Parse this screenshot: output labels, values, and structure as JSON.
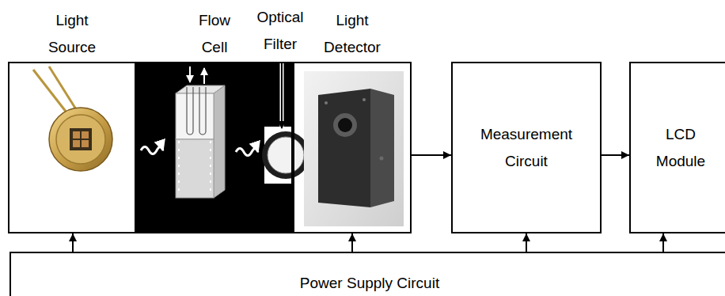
{
  "diagram": {
    "nodes": [
      {
        "text": [
          "Light Source"
        ]
      },
      {
        "text": [
          "Flow Cell"
        ]
      },
      {
        "text": [
          "Light Detector"
        ]
      },
      {
        "text": [
          "Measurement Circuit"
        ]
      },
      {
        "text": [
          "LCD Module"
        ]
      },
      {
        "text": [
          "Power Supply Circuit"
        ]
      }
    ],
    "edges": [
      {
        "from": 2,
        "to": 3,
        "arrow": "to"
      },
      {
        "from": 3,
        "to": 4,
        "arrow": "to"
      },
      {
        "from": 5,
        "to": 0,
        "arrow": "to"
      },
      {
        "from": 5,
        "to": 2,
        "arrow": "to"
      },
      {
        "from": 5,
        "to": 3,
        "arrow": "to"
      },
      {
        "from": 5,
        "to": 4,
        "arrow": "to"
      }
    ],
    "labels": [
      "Optical Filter"
    ]
  }
}
